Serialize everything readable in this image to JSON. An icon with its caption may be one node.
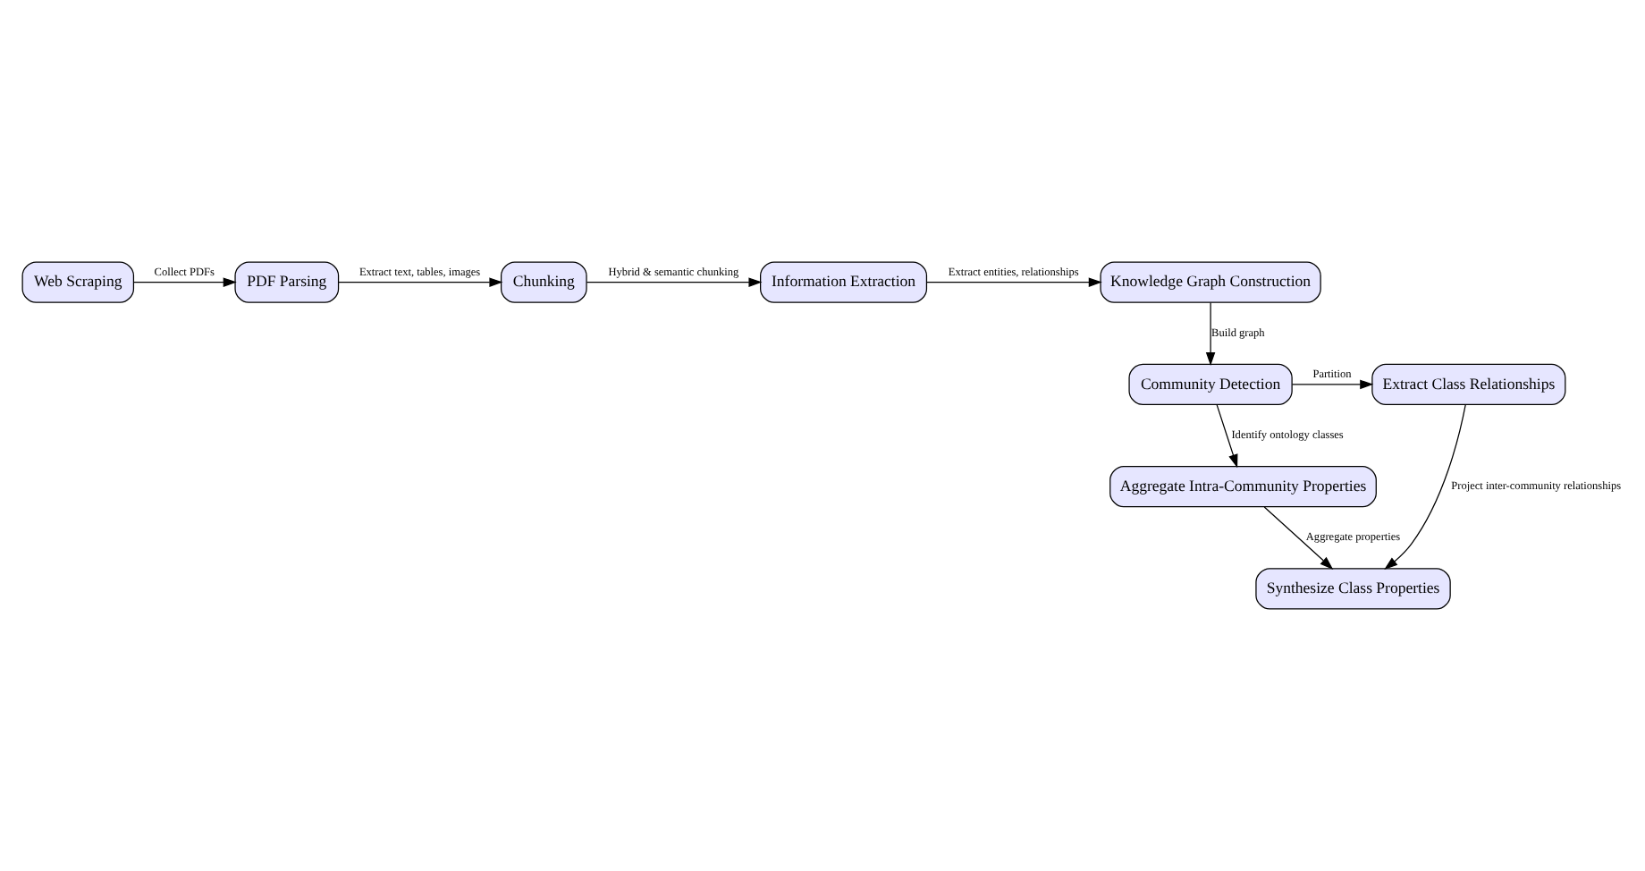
{
  "diagram": {
    "nodes": [
      {
        "text": [
          "Web Scraping"
        ]
      },
      {
        "text": [
          "PDF Parsing"
        ]
      },
      {
        "text": [
          "Chunking"
        ]
      },
      {
        "text": [
          "Information Extraction"
        ]
      },
      {
        "text": [
          "Knowledge Graph Construction"
        ]
      },
      {
        "text": [
          "Community Detection"
        ]
      },
      {
        "text": [
          "Extract Class Relationships"
        ]
      },
      {
        "text": [
          "Aggregate Intra-Community Properties"
        ]
      },
      {
        "text": [
          "Synthesize Class Properties"
        ]
      }
    ],
    "edges": [
      {
        "from": 0,
        "to": 1,
        "arrow": "to",
        "label": "Collect PDFs"
      },
      {
        "from": 1,
        "to": 2,
        "arrow": "to",
        "label": "Extract text, tables, images"
      },
      {
        "from": 2,
        "to": 3,
        "arrow": "to",
        "label": "Hybrid & semantic chunking"
      },
      {
        "from": 3,
        "to": 4,
        "arrow": "to",
        "label": "Extract entities, relationships"
      },
      {
        "from": 4,
        "to": 5,
        "arrow": "to",
        "label": "Build graph"
      },
      {
        "from": 5,
        "to": 6,
        "arrow": "to",
        "label": "Partition"
      },
      {
        "from": 5,
        "to": 7,
        "arrow": "to",
        "label": "Identify ontology classes"
      },
      {
        "from": 7,
        "to": 8,
        "arrow": "to",
        "label": "Aggregate properties"
      },
      {
        "from": 6,
        "to": 8,
        "arrow": "to",
        "label": "Project inter-community relationships"
      }
    ]
  }
}
